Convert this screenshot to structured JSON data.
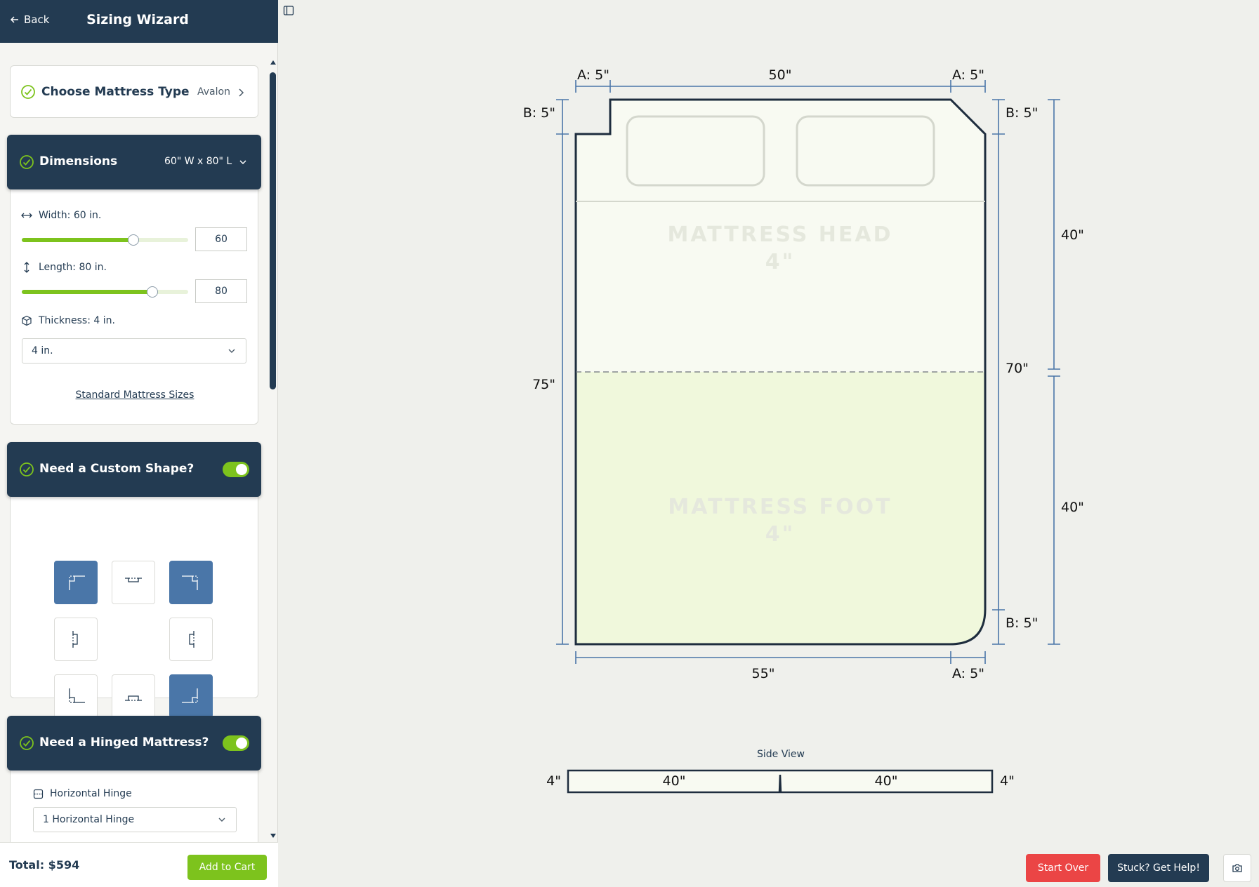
{
  "header": {
    "back_label": "Back",
    "title": "Sizing Wizard"
  },
  "mattress_type": {
    "title": "Choose Mattress Type",
    "value": "Avalon"
  },
  "dimensions": {
    "title": "Dimensions",
    "summary": "60\" W x 80\" L",
    "width_label": "Width: 60 in.",
    "width_value": "60",
    "length_label": "Length: 80 in.",
    "length_value": "80",
    "thickness_label": "Thickness: 4 in.",
    "thickness_selected": "4 in.",
    "standard_sizes_link": "Standard Mattress Sizes"
  },
  "custom_shape": {
    "title": "Need a Custom Shape?",
    "enabled": true
  },
  "hinged": {
    "title": "Need a Hinged Mattress?",
    "enabled": true,
    "hinge_type_label": "Horizontal Hinge",
    "hinge_selected": "1 Horizontal Hinge"
  },
  "footer": {
    "total": "Total: $594",
    "add_to_cart": "Add to Cart"
  },
  "diagram": {
    "top_a_left": "A: 5\"",
    "top_width": "50\"",
    "top_a_right": "A: 5\"",
    "left_b_top": "B: 5\"",
    "left_length": "75\"",
    "right_b_top": "B: 5\"",
    "right_length": "70\"",
    "right_b_bottom": "B: 5\"",
    "far_right_top": "40\"",
    "far_right_bottom": "40\"",
    "bottom_width": "55\"",
    "bottom_a_right": "A: 5\"",
    "head_label": "MATTRESS HEAD",
    "head_thickness": "4\"",
    "foot_label": "MATTRESS FOOT",
    "foot_thickness": "4\"",
    "side_view_title": "Side View",
    "side_left_thickness": "4\"",
    "side_left_length": "40\"",
    "side_right_length": "40\"",
    "side_right_thickness": "4\""
  },
  "actions": {
    "start_over": "Start Over",
    "get_help": "Stuck? Get Help!"
  },
  "colors": {
    "navy": "#233b52",
    "green": "#7dc31d",
    "red": "#eb4545",
    "blue": "#4a76a8"
  }
}
